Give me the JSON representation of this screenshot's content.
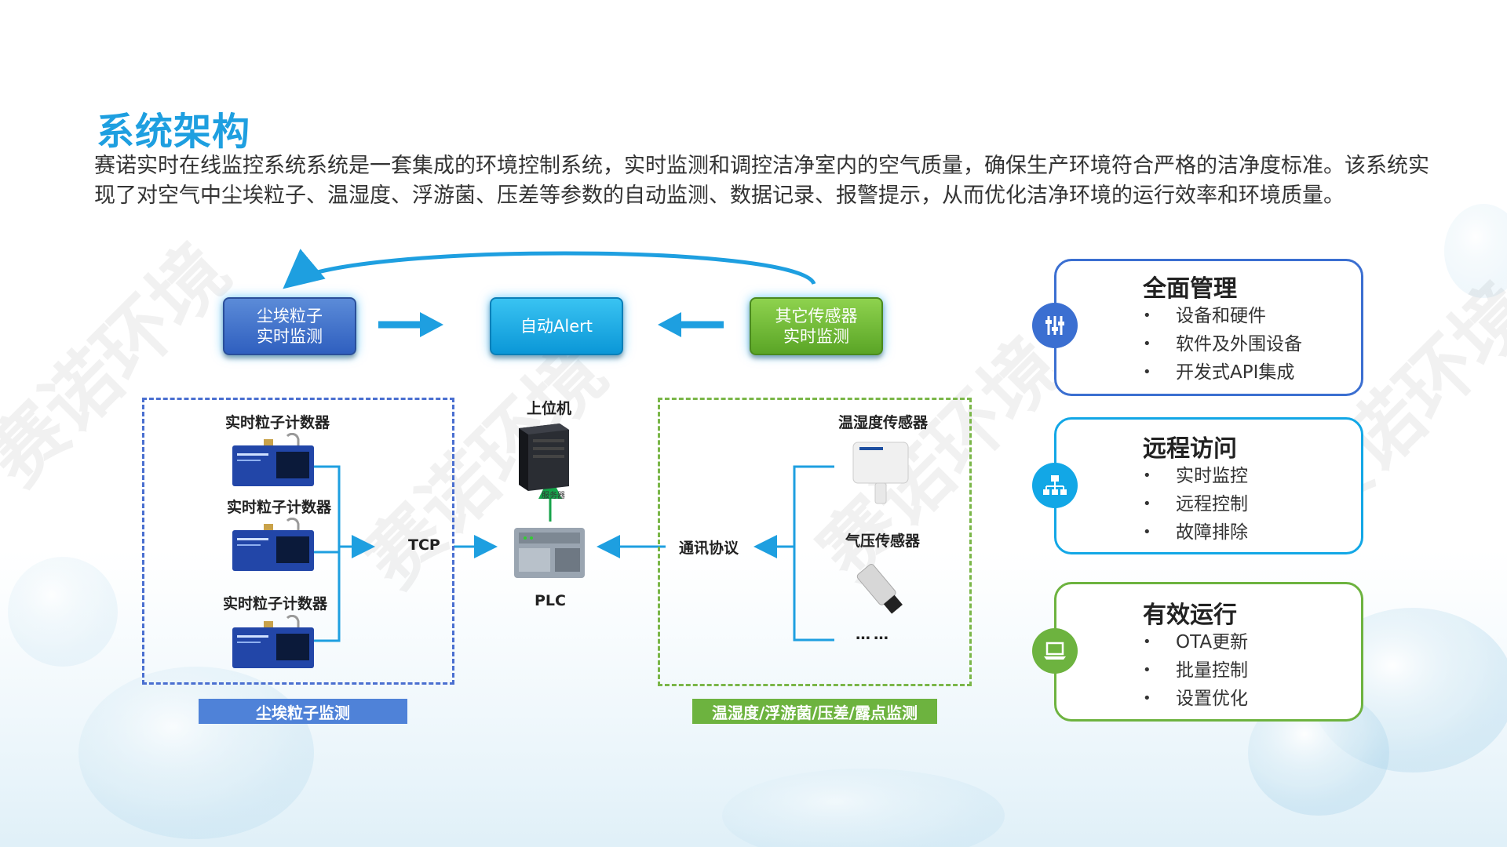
{
  "title": "系统架构",
  "description": "赛诺实时在线监控系统系统是一套集成的环境控制系统，实时监测和调控洁净室内的空气质量，确保生产环境符合严格的洁净度标准。该系统实现了对空气中尘埃粒子、温湿度、浮游菌、压差等参数的自动监测、数据记录、报警提示，从而优化洁净环境的运行效率和环境质量。",
  "watermark": "赛诺环境",
  "flow": {
    "dust_box": "尘埃粒子\n实时监测",
    "alert_box": "自动Alert",
    "other_box": "其它传感器\n实时监测"
  },
  "left_group": {
    "counters": [
      "实时粒子计数器",
      "实时粒子计数器",
      "实时粒子计数器"
    ],
    "band": "尘埃粒子监测"
  },
  "center": {
    "tcp": "TCP",
    "host": "上位机",
    "host_sub": "服务器",
    "plc": "PLC",
    "protocol": "通讯协议"
  },
  "right_group": {
    "temp_sensor": "温湿度传感器",
    "pressure_sensor": "气压传感器",
    "more": "……",
    "band": "温湿度/浮游菌/压差/露点监测"
  },
  "cards": [
    {
      "title": "全面管理",
      "icon": "sliders-icon",
      "color": "#3b6fd1",
      "items": [
        "设备和硬件",
        "软件及外围设备",
        "开发式API集成"
      ]
    },
    {
      "title": "远程访问",
      "icon": "network-icon",
      "color": "#12a7e6",
      "items": [
        "实时监控",
        "远程控制",
        "故障排除"
      ]
    },
    {
      "title": "有效运行",
      "icon": "laptop-icon",
      "color": "#6db33f",
      "items": [
        "OTA更新",
        "批量控制",
        "设置优化"
      ]
    }
  ]
}
